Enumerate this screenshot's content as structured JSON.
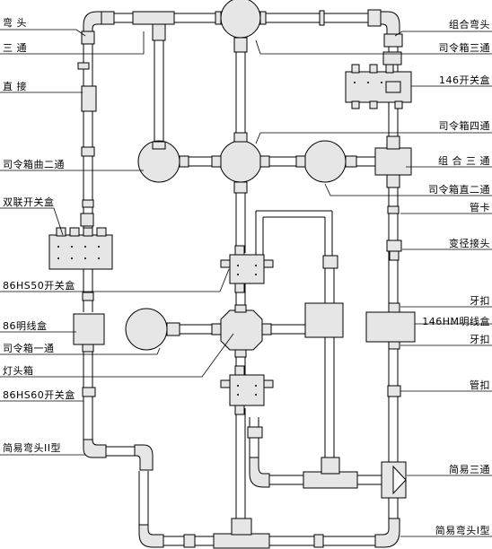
{
  "labels_left": [
    {
      "key": "elbow",
      "text": "弯 头"
    },
    {
      "key": "tee",
      "text": "三 通"
    },
    {
      "key": "straight",
      "text": "直 接"
    },
    {
      "key": "box_curve2",
      "text": "司令箱曲二通"
    },
    {
      "key": "double_switch_box",
      "text": "双联开关盒"
    },
    {
      "key": "hs50_switch_box",
      "text": "86HS50开关盒"
    },
    {
      "key": "open_box_86",
      "text": "86明线盒"
    },
    {
      "key": "box_1way",
      "text": "司令箱一通"
    },
    {
      "key": "lamp_box",
      "text": "灯头箱"
    },
    {
      "key": "hs60_switch_box",
      "text": "86HS60开关盒"
    },
    {
      "key": "simple_elbow_2",
      "text": "简易弯头II型"
    }
  ],
  "labels_right": [
    {
      "key": "combo_elbow",
      "text": "组合弯头"
    },
    {
      "key": "box_tee",
      "text": "司令箱三通"
    },
    {
      "key": "switch_box_146",
      "text": "146开关盒"
    },
    {
      "key": "box_4way",
      "text": "司令箱四通"
    },
    {
      "key": "combo_tee",
      "text": "组 合 三 通"
    },
    {
      "key": "box_straight2",
      "text": "司令箱直二通"
    },
    {
      "key": "pipe_clip",
      "text": "管卡"
    },
    {
      "key": "reducer",
      "text": "变径接头"
    },
    {
      "key": "thread_buckle_1",
      "text": "牙扣"
    },
    {
      "key": "open_box_146hm",
      "text": "146HM明线盒"
    },
    {
      "key": "thread_buckle_2",
      "text": "牙扣"
    },
    {
      "key": "pipe_buckle",
      "text": "管扣"
    },
    {
      "key": "simple_tee",
      "text": "简易三通"
    },
    {
      "key": "simple_elbow_1",
      "text": "简易弯头I型"
    }
  ],
  "colors": {
    "line": "#000000",
    "fitting_fill": "#e6e6e6",
    "background": "#ffffff"
  }
}
